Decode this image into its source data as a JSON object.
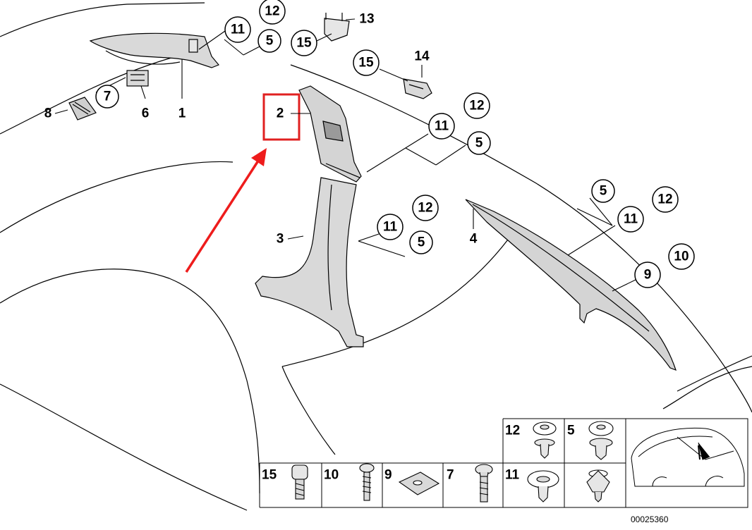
{
  "diagram": {
    "diagram_id": "00025360",
    "highlighted_part": "2",
    "callouts": {
      "c12a": "12",
      "c11a": "11",
      "c5a": "5",
      "c15a": "15",
      "c13": "13",
      "c15b": "15",
      "c14": "14",
      "c7": "7",
      "c12b": "12",
      "c11b": "11",
      "c5b": "5",
      "c12c": "12",
      "c11c": "11",
      "c5c": "5",
      "c5d": "5",
      "c12d": "12",
      "c11d": "11",
      "c10": "10",
      "c9": "9"
    },
    "labels": {
      "l8": "8",
      "l6": "6",
      "l1": "1",
      "l2": "2",
      "l3": "3",
      "l4": "4"
    },
    "legend": {
      "row1": [
        "12",
        "5"
      ],
      "row2": [
        "15",
        "10",
        "9",
        "7",
        "11"
      ]
    }
  },
  "colors": {
    "highlight": "#e02020",
    "arrow": "#ee1c1c",
    "ink": "#000000",
    "part_fill": "#d9d9d9"
  }
}
